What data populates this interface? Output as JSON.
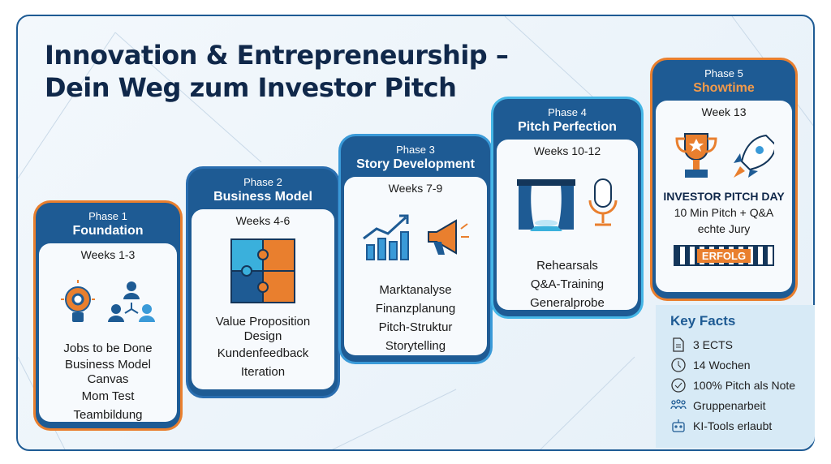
{
  "title": {
    "line1": "Innovation & Entrepreneurship –",
    "line2": "Dein Weg zum Investor Pitch"
  },
  "phases": [
    {
      "phase": "Phase 1",
      "name": "Foundation",
      "weeks": "Weeks 1-3",
      "items": [
        "Jobs to be Done",
        "Business Model Canvas",
        "Mom Test",
        "Teambildung"
      ],
      "border": "#e97f2e"
    },
    {
      "phase": "Phase 2",
      "name": "Business Model",
      "weeks": "Weeks 4-6",
      "items": [
        "Value Proposition Design",
        "Kundenfeedback",
        "Iteration"
      ],
      "border": "#2a6eb0"
    },
    {
      "phase": "Phase 3",
      "name": "Story Development",
      "weeks": "Weeks 7-9",
      "items": [
        "Marktanalyse",
        "Finanzplanung",
        "Pitch-Struktur",
        "Storytelling"
      ],
      "border": "#3a9ad8"
    },
    {
      "phase": "Phase 4",
      "name": "Pitch Perfection",
      "weeks": "Weeks 10-12",
      "items": [
        "Rehearsals",
        "Q&A-Training",
        "Generalprobe"
      ],
      "border": "#45b6e6"
    },
    {
      "phase": "Phase 5",
      "name": "Showtime",
      "weeks": "Week 13",
      "items": [
        "INVESTOR PITCH DAY",
        "10 Min Pitch + Q&A",
        "echte Jury"
      ],
      "banner": "ERFOLG",
      "border": "#e97f2e"
    }
  ],
  "key_facts": {
    "title": "Key Facts",
    "items": [
      {
        "icon": "document-icon",
        "text": "3 ECTS"
      },
      {
        "icon": "clock-icon",
        "text": "14 Wochen"
      },
      {
        "icon": "check-circle-icon",
        "text": "100% Pitch als Note"
      },
      {
        "icon": "group-icon",
        "text": "Gruppenarbeit"
      },
      {
        "icon": "robot-icon",
        "text": "KI-Tools erlaubt"
      }
    ]
  }
}
